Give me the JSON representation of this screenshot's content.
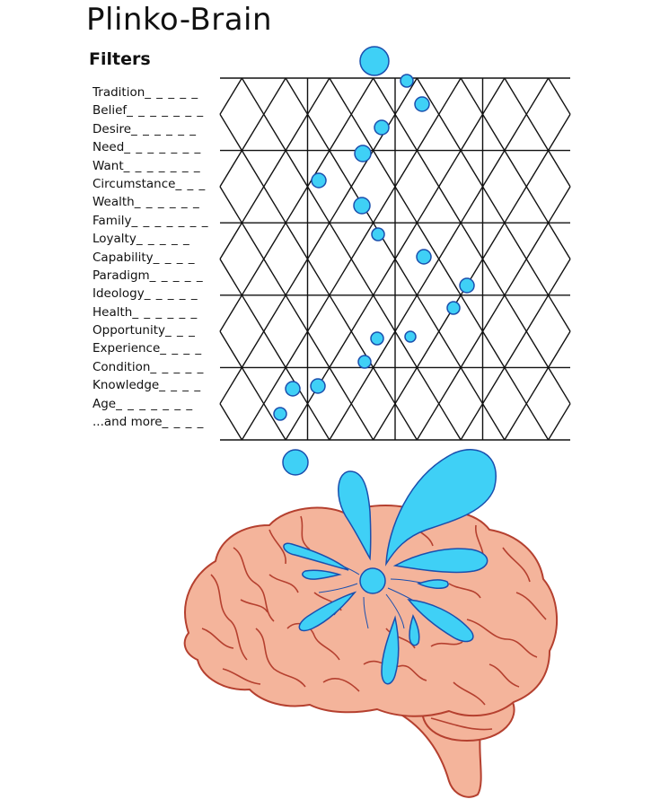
{
  "title": "Plinko-Brain",
  "subtitle": "Filters",
  "filters": [
    {
      "label": "Tradition",
      "dashes": "_ _ _ _ _"
    },
    {
      "label": "Belief",
      "dashes": "_ _ _ _ _ _ _"
    },
    {
      "label": "Desire",
      "dashes": "_ _ _ _ _ _"
    },
    {
      "label": "Need",
      "dashes": "_ _ _ _ _ _ _"
    },
    {
      "label": "Want",
      "dashes": "_ _ _ _ _ _ _"
    },
    {
      "label": "Circumstance",
      "dashes": "_ _ _"
    },
    {
      "label": "Wealth",
      "dashes": "_ _ _ _ _ _"
    },
    {
      "label": "Family",
      "dashes": "_ _ _ _ _ _ _"
    },
    {
      "label": "Loyalty",
      "dashes": "_ _ _ _ _"
    },
    {
      "label": "Capability",
      "dashes": "_ _ _ _"
    },
    {
      "label": "Paradigm",
      "dashes": "_ _ _ _ _"
    },
    {
      "label": "Ideology",
      "dashes": "_ _ _ _ _"
    },
    {
      "label": "Health",
      "dashes": "_ _ _ _ _ _"
    },
    {
      "label": "Opportunity",
      "dashes": "_ _ _"
    },
    {
      "label": "Experience",
      "dashes": "_ _ _ _"
    },
    {
      "label": "Condition",
      "dashes": "_ _ _ _ _"
    },
    {
      "label": "Knowledge",
      "dashes": "_ _ _ _"
    },
    {
      "label": "Age",
      "dashes": "_ _ _ _ _ _ _"
    },
    {
      "label": "...and more",
      "dashes": "_ _ _ _"
    }
  ],
  "colors": {
    "drop": "#3fd0f6",
    "drop_stroke": "#1a4fae",
    "brain": "#f4b49b",
    "brain_stroke": "#b5402f",
    "grid": "#111111"
  }
}
